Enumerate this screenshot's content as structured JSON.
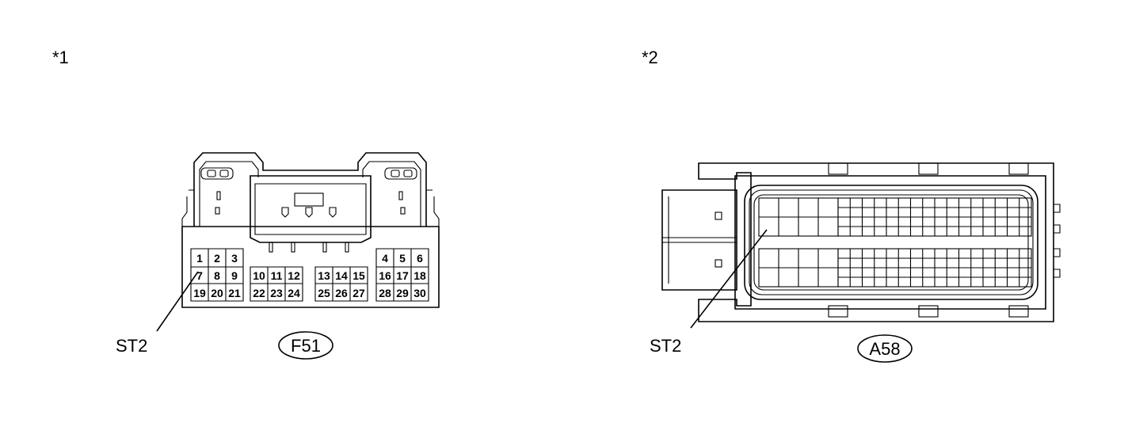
{
  "figure": {
    "left": {
      "marker": "*1",
      "callout": "ST2",
      "connector_code": "F51",
      "pin_rows": [
        [
          "1",
          "2",
          "3",
          "4",
          "5",
          "6"
        ],
        [
          "7",
          "8",
          "9",
          "10",
          "11",
          "12",
          "13",
          "14",
          "15",
          "16",
          "17",
          "18"
        ],
        [
          "19",
          "20",
          "21",
          "22",
          "23",
          "24",
          "25",
          "26",
          "27",
          "28",
          "29",
          "30"
        ]
      ]
    },
    "right": {
      "marker": "*2",
      "callout": "ST2",
      "connector_code": "A58"
    }
  },
  "colors": {
    "line": "#000000",
    "background": "#ffffff"
  }
}
